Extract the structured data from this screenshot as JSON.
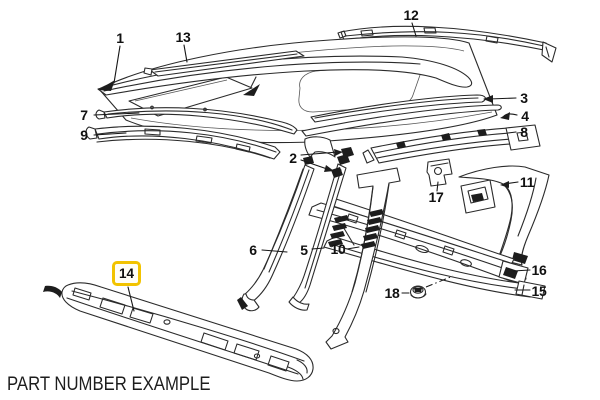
{
  "diagram": {
    "caption": "PART NUMBER EXAMPLE",
    "colors": {
      "highlight_box_border": "#F2C300",
      "diagram_lines": "#2B2B2B",
      "text": "#1D1D1D",
      "background": "#FFFFFF"
    },
    "callouts": [
      {
        "label": "1"
      },
      {
        "label": "2"
      },
      {
        "label": "3"
      },
      {
        "label": "4"
      },
      {
        "label": "5"
      },
      {
        "label": "6"
      },
      {
        "label": "7"
      },
      {
        "label": "8"
      },
      {
        "label": "9"
      },
      {
        "label": "10"
      },
      {
        "label": "11"
      },
      {
        "label": "12"
      },
      {
        "label": "13"
      },
      {
        "label": "14",
        "highlighted": true
      },
      {
        "label": "15"
      },
      {
        "label": "16"
      },
      {
        "label": "17"
      },
      {
        "label": "18"
      }
    ]
  }
}
